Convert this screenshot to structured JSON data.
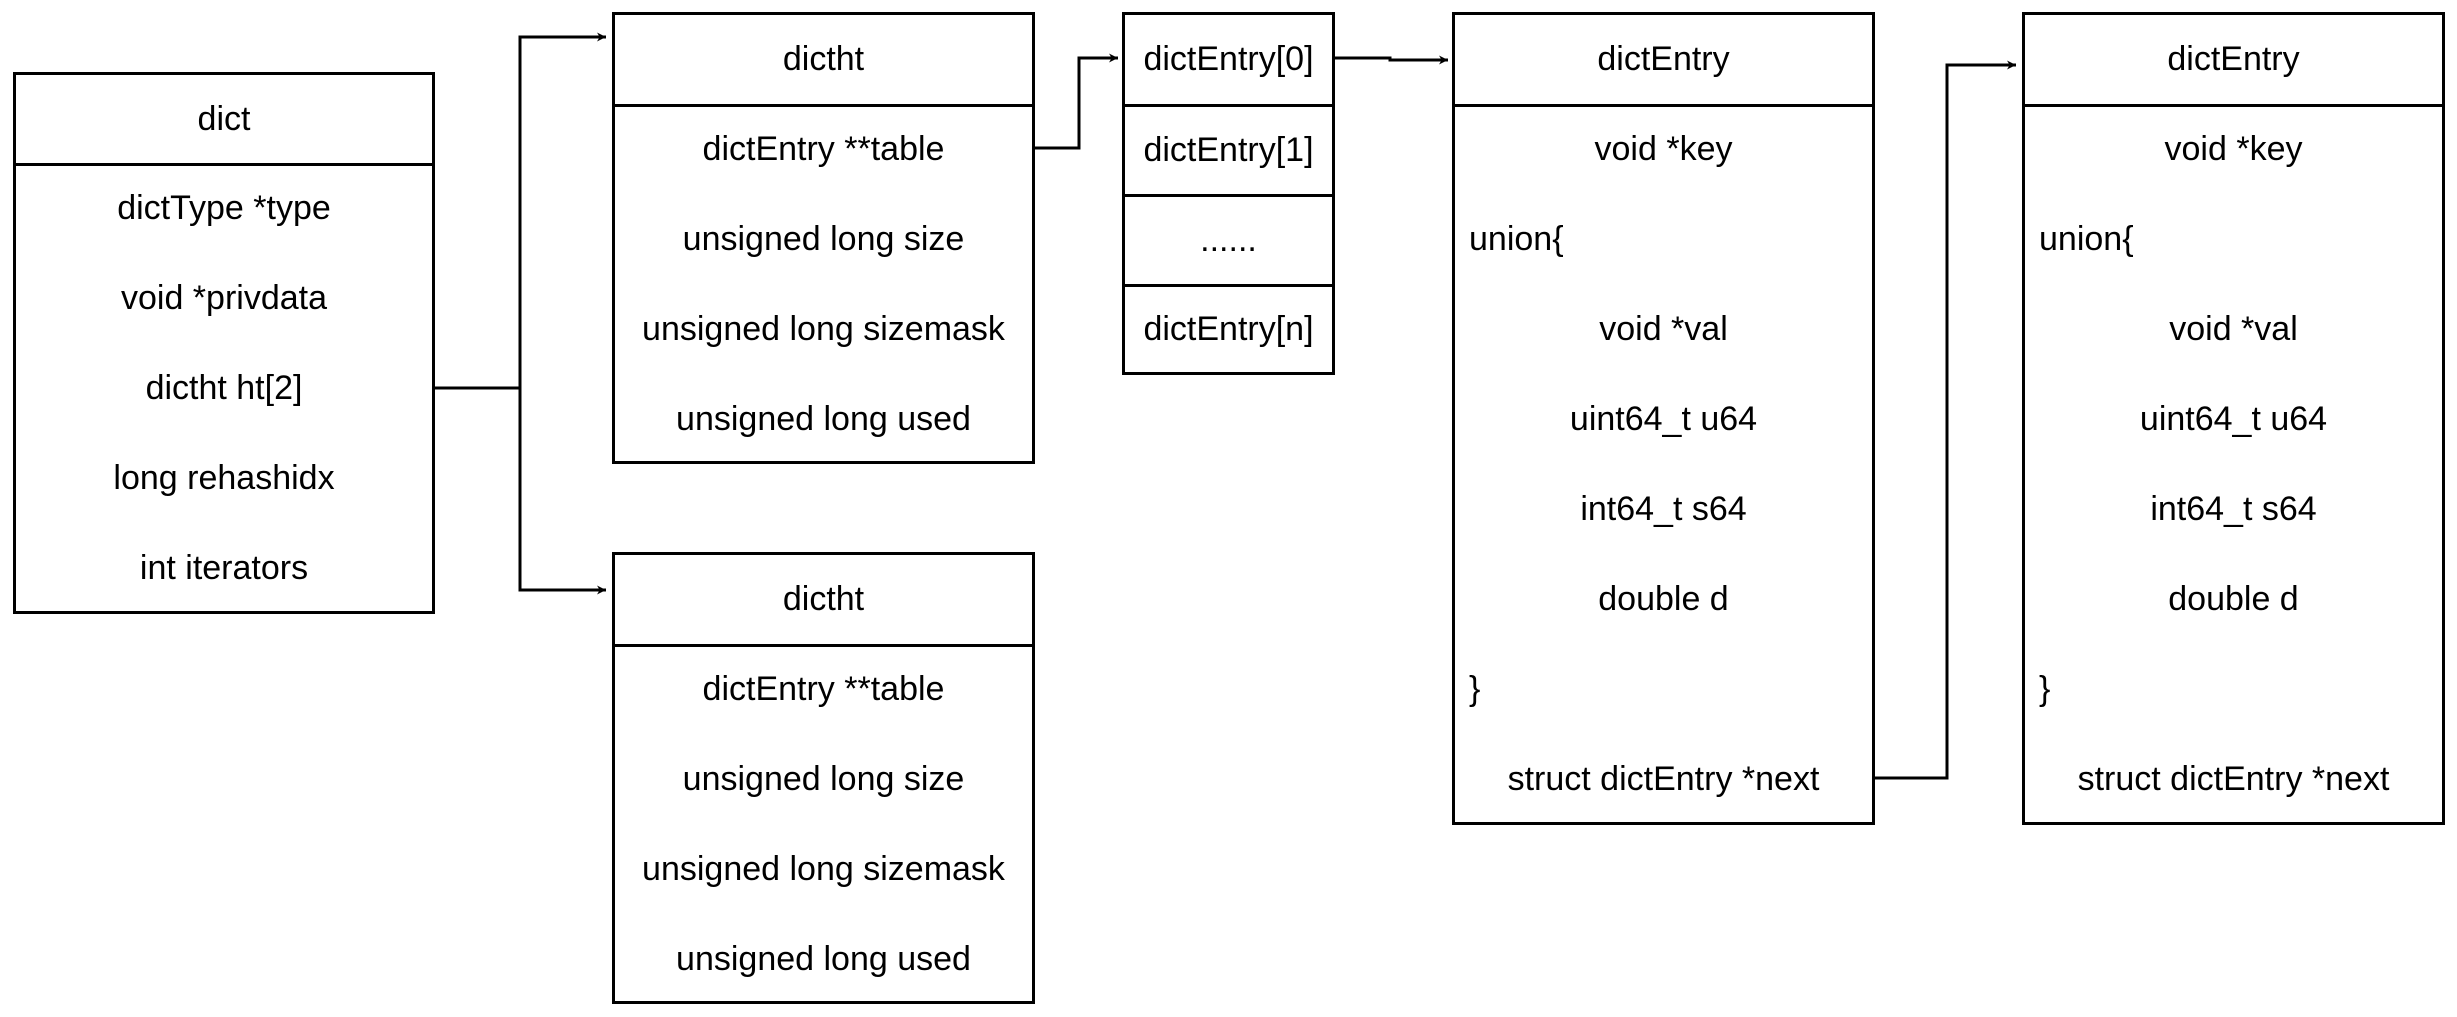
{
  "dict": {
    "title": "dict",
    "fields": [
      "dictType *type",
      "void *privdata",
      "dictht ht[2]",
      "long rehashidx",
      "int iterators"
    ]
  },
  "dictht_top": {
    "title": "dictht",
    "fields": [
      "dictEntry **table",
      "unsigned long size",
      "unsigned long sizemask",
      "unsigned long used"
    ]
  },
  "dictht_bottom": {
    "title": "dictht",
    "fields": [
      "dictEntry **table",
      "unsigned long size",
      "unsigned long sizemask",
      "unsigned long used"
    ]
  },
  "table_array": {
    "cells": [
      "dictEntry[0]",
      "dictEntry[1]",
      "......",
      "dictEntry[n]"
    ]
  },
  "entry_1": {
    "title": "dictEntry",
    "fields": [
      "void *key",
      "union{",
      "void *val",
      "uint64_t u64",
      "int64_t s64",
      "double d",
      "}",
      "struct dictEntry *next"
    ]
  },
  "entry_2": {
    "title": "dictEntry",
    "fields": [
      "void *key",
      "union{",
      "void *val",
      "uint64_t u64",
      "int64_t s64",
      "double d",
      "}",
      "struct dictEntry *next"
    ]
  }
}
